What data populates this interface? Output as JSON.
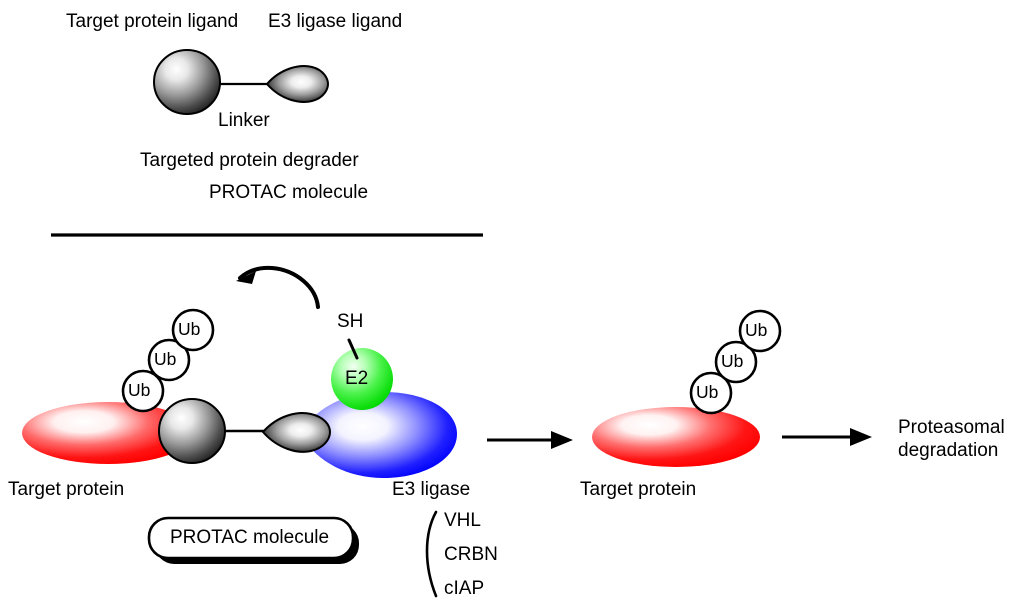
{
  "figure": {
    "title_implicit": "PROTAC targeted protein degradation mechanism",
    "background_color": "#ffffff"
  },
  "colors": {
    "target_protein": "#ff0000",
    "e3_ligase": "#0000ff",
    "e2_enzyme": "#00ee00",
    "ligand_gray_dark": "#111111",
    "ligand_gray_light": "#f2f2f2",
    "ubiquitin_fill": "#ffffff",
    "stroke": "#000000"
  },
  "top_panel": {
    "labels": {
      "target_protein_ligand": "Target protein ligand",
      "e3_ligase_ligand": "E3 ligase ligand",
      "linker": "Linker",
      "targeted_protein_degrader": "Targeted protein degrader",
      "protac_molecule": "PROTAC molecule"
    },
    "shapes": {
      "warhead_name": "target-protein-ligand-sphere",
      "linker_name": "linker-bond-line",
      "e3_ligand_name": "e3-ligase-ligand-teardrop"
    }
  },
  "divider": {
    "name": "section-divider-rule"
  },
  "complex_panel": {
    "labels": {
      "target_protein": "Target protein",
      "e3_ligase": "E3 ligase",
      "e2_enzyme": "E2",
      "thiol": "SH",
      "ubiquitin": "Ub"
    },
    "ubiquitin_chain": [
      "Ub",
      "Ub",
      "Ub"
    ],
    "e3_ligase_members": [
      "VHL",
      "CRBN",
      "cIAP"
    ],
    "callout": {
      "text": "PROTAC molecule"
    },
    "transfer_arrow_name": "ubiquitin-transfer-curved-arrow"
  },
  "product_panel": {
    "labels": {
      "target_protein": "Target protein",
      "ubiquitin": "Ub"
    },
    "ubiquitin_chain": [
      "Ub",
      "Ub",
      "Ub"
    ]
  },
  "outcome_panel": {
    "labels": {
      "line1": "Proteasomal",
      "line2": "degradation"
    }
  },
  "arrows": {
    "step1_name": "arrow-to-ubiquitinated-protein",
    "step2_name": "arrow-to-proteasomal-degradation"
  }
}
